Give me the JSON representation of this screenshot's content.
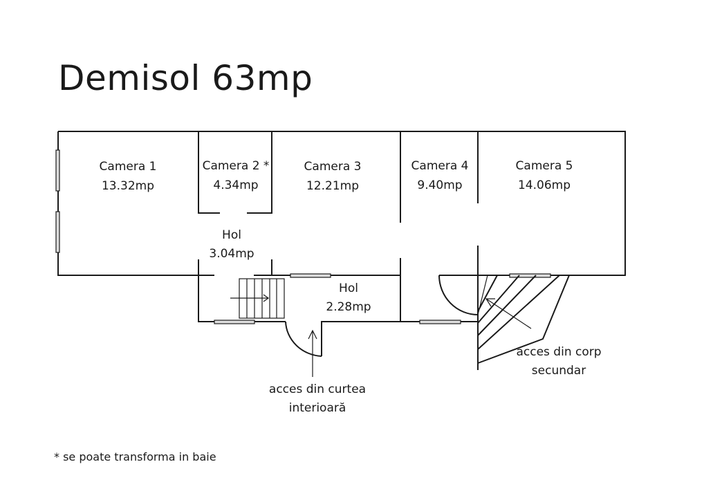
{
  "title": "Demisol 63mp",
  "rooms": [
    {
      "name": "Camera 1",
      "area": "13.32mp"
    },
    {
      "name": "Camera 2 *",
      "area": "4.34mp"
    },
    {
      "name": "Camera 3",
      "area": "12.21mp"
    },
    {
      "name": "Camera 4",
      "area": "9.40mp"
    },
    {
      "name": "Camera 5",
      "area": "14.06mp"
    },
    {
      "name": "Hol",
      "area": "3.04mp"
    },
    {
      "name": "Hol",
      "area": "2.28mp"
    }
  ],
  "annotations": {
    "courtyard_access": [
      "acces din curtea",
      "interioară"
    ],
    "secondary_access": [
      "acces din corp",
      "secundar"
    ]
  },
  "footnote": "* se poate transforma in baie"
}
